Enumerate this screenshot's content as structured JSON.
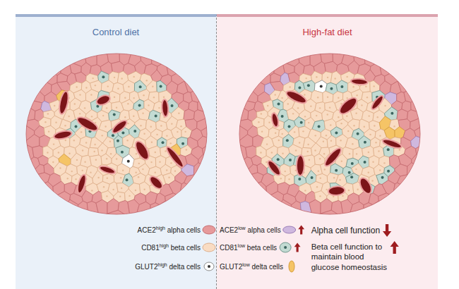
{
  "diagram": {
    "nodes": [
      {
        "text": [
          "Control diet"
        ]
      },
      {
        "text": [
          "High-fat diet"
        ]
      }
    ],
    "labels": [
      "Alpha cell function",
      "Beta cell function to maintain blood glucose homeostasis"
    ],
    "legend": [
      {
        "text": "ACE2high alpha cells"
      },
      {
        "text": "ACE2low alpha cells"
      },
      {
        "text": "CD81high beta cells"
      },
      {
        "text": "CD81low beta cells"
      },
      {
        "text": "GLUT2high delta cells"
      },
      {
        "text": "GLUT2low delta cells"
      }
    ]
  }
}
